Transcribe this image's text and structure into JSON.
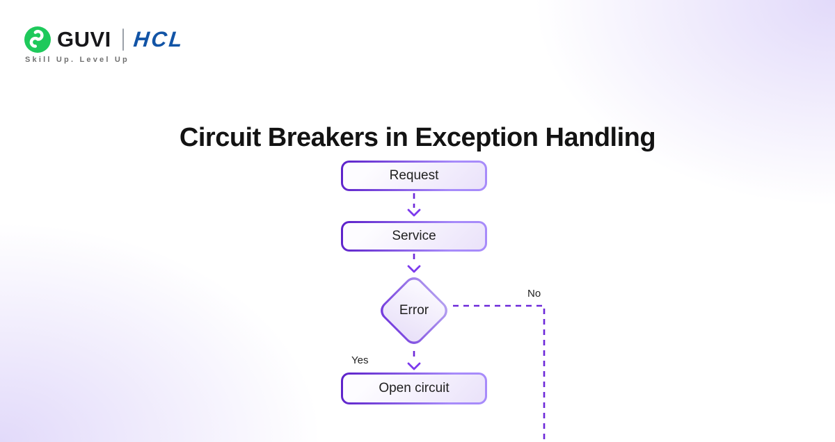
{
  "header": {
    "guvi_wordmark": "GUVI",
    "hcl_wordmark": "HCL",
    "tagline": "Skill Up. Level Up"
  },
  "title": "Circuit Breakers in Exception Handling",
  "flowchart": {
    "nodes": [
      {
        "id": "request",
        "type": "process",
        "label": "Request"
      },
      {
        "id": "service",
        "type": "process",
        "label": "Service"
      },
      {
        "id": "error",
        "type": "decision",
        "label": "Error"
      },
      {
        "id": "open_circuit",
        "type": "process",
        "label": "Open circuit"
      }
    ],
    "edges": [
      {
        "from": "request",
        "to": "service",
        "label": ""
      },
      {
        "from": "service",
        "to": "error",
        "label": ""
      },
      {
        "from": "error",
        "to": "open_circuit",
        "label": "Yes"
      },
      {
        "from": "error",
        "to": "offscreen_bottom",
        "label": "No"
      }
    ],
    "edge_labels": {
      "yes": "Yes",
      "no": "No"
    }
  },
  "colors": {
    "accent_purple": "#6d28d9",
    "accent_purple_light": "#a78bfa",
    "node_fill_light": "#fdfcff",
    "node_fill_dark": "#eae2fa",
    "guvi_green": "#1ec95b",
    "hcl_blue": "#1254a6",
    "text_dark": "#1c1c1e",
    "tagline_gray": "#707070",
    "bg_lavender": "#e2dafa"
  }
}
